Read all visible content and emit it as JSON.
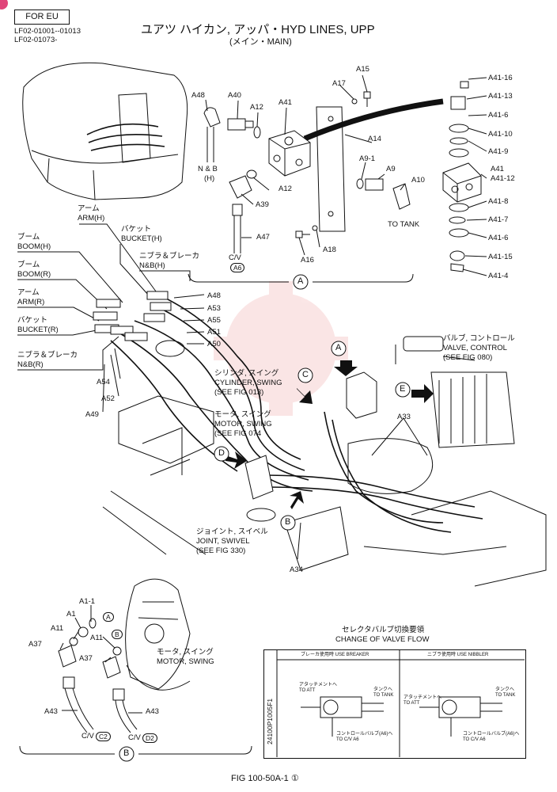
{
  "header": {
    "region_tag": "FOR EU",
    "serial_range_1": "LF02-01001--01013",
    "serial_range_2": "LF02-01073-",
    "title": "ユアツ ハイカン, アッパ・HYD LINES, UPP",
    "subtitle": "(メイン・MAIN)"
  },
  "detail_a": {
    "callout": "A",
    "parts": {
      "A15": "A15",
      "A17": "A17",
      "A48": "A48",
      "A40": "A40",
      "A12_top": "A12",
      "A41": "A41",
      "A14": "A14",
      "A9_1": "A9-1",
      "A9": "A9",
      "A10": "A10",
      "A12_bottom": "A12",
      "A39": "A39",
      "A47": "A47",
      "A16": "A16",
      "A18": "A18"
    },
    "nb_h_1": "N & B",
    "nb_h_2": "(H)",
    "to_tank": "TO TANK",
    "cv_label": "C/V",
    "cv_badge": "A6"
  },
  "a41_exploded": {
    "items": [
      "A41-16",
      "A41-13",
      "A41-6",
      "A41-10",
      "A41-9",
      "A41",
      "A41-12",
      "A41-8",
      "A41-7",
      "A41-6",
      "A41-15",
      "A41-4"
    ]
  },
  "hose_labels": {
    "arm_h_jp": "アーム",
    "arm_h_en": "ARM(H)",
    "bucket_h_jp": "バケット",
    "bucket_h_en": "BUCKET(H)",
    "boom_h_jp": "ブーム",
    "boom_h_en": "BOOM(H)",
    "nb_h_jp": "ニブラ＆ブレーカ",
    "nb_h_en": "N&B(H)",
    "boom_r_jp": "ブーム",
    "boom_r_en": "BOOM(R)",
    "arm_r_jp": "アーム",
    "arm_r_en": "ARM(R)",
    "bucket_r_jp": "バケット",
    "bucket_r_en": "BUCKET(R)",
    "nb_r_jp": "ニブラ＆ブレーカ",
    "nb_r_en": "N&B(R)",
    "A48": "A48",
    "A53": "A53",
    "A55": "A55",
    "A51": "A51",
    "A50": "A50",
    "A54": "A54",
    "A52": "A52",
    "A49": "A49",
    "A33": "A33",
    "A34": "A34"
  },
  "main_view": {
    "cyl_jp": "シリンダ, スイング",
    "cyl_en": "CYLINDER, SWING",
    "cyl_ref": "(SEE FIG 013)",
    "mot_jp": "モータ, スイング",
    "mot_en": "MOTOR, SWING",
    "mot_ref": "(SEE FIG 074",
    "jnt_jp": "ジョイント, スイベル",
    "jnt_en": "JOINT, SWIVEL",
    "jnt_ref": "(SEE FIG 330)",
    "valve_jp": "バルブ, コントロール",
    "valve_en": "VALVE, CONTROL",
    "valve_ref": "(SEE FIG 080)",
    "callouts": [
      "A",
      "C",
      "D",
      "B",
      "E"
    ]
  },
  "detail_b": {
    "callout": "B",
    "A1_1": "A1-1",
    "A1": "A1",
    "A11_l": "A11",
    "A11_r": "A11",
    "A37_l": "A37",
    "A37_r": "A37",
    "A43_l": "A43",
    "A43_r": "A43",
    "badge_a": "A",
    "badge_b": "B",
    "mot_jp": "モータ, スイング",
    "mot_en": "MOTOR, SWING",
    "cv_l": "C/V",
    "cv_l_badge": "C2",
    "cv_r": "C/V",
    "cv_r_badge": "D2"
  },
  "valve_flow": {
    "title_jp": "セレクタバルブ切換要領",
    "title_en": "CHANGE OF VALVE FLOW",
    "side_code": "24100P1005F1",
    "col_breaker": "ブレーカ使用時 USE BREAKER",
    "col_nibbler": "ニブラ使用時 USE NIBBLER",
    "to_att_jp": "アタッチメントへ",
    "to_att_en": "TO ATT",
    "to_tank_jp": "タンクへ",
    "to_tank_en": "TO TANK",
    "to_cv_jp": "コントロールバルブ(A6)へ",
    "to_cv_en": "TO C/V A6"
  },
  "footer": {
    "fig": "FIG 100-50A-1 ①"
  }
}
